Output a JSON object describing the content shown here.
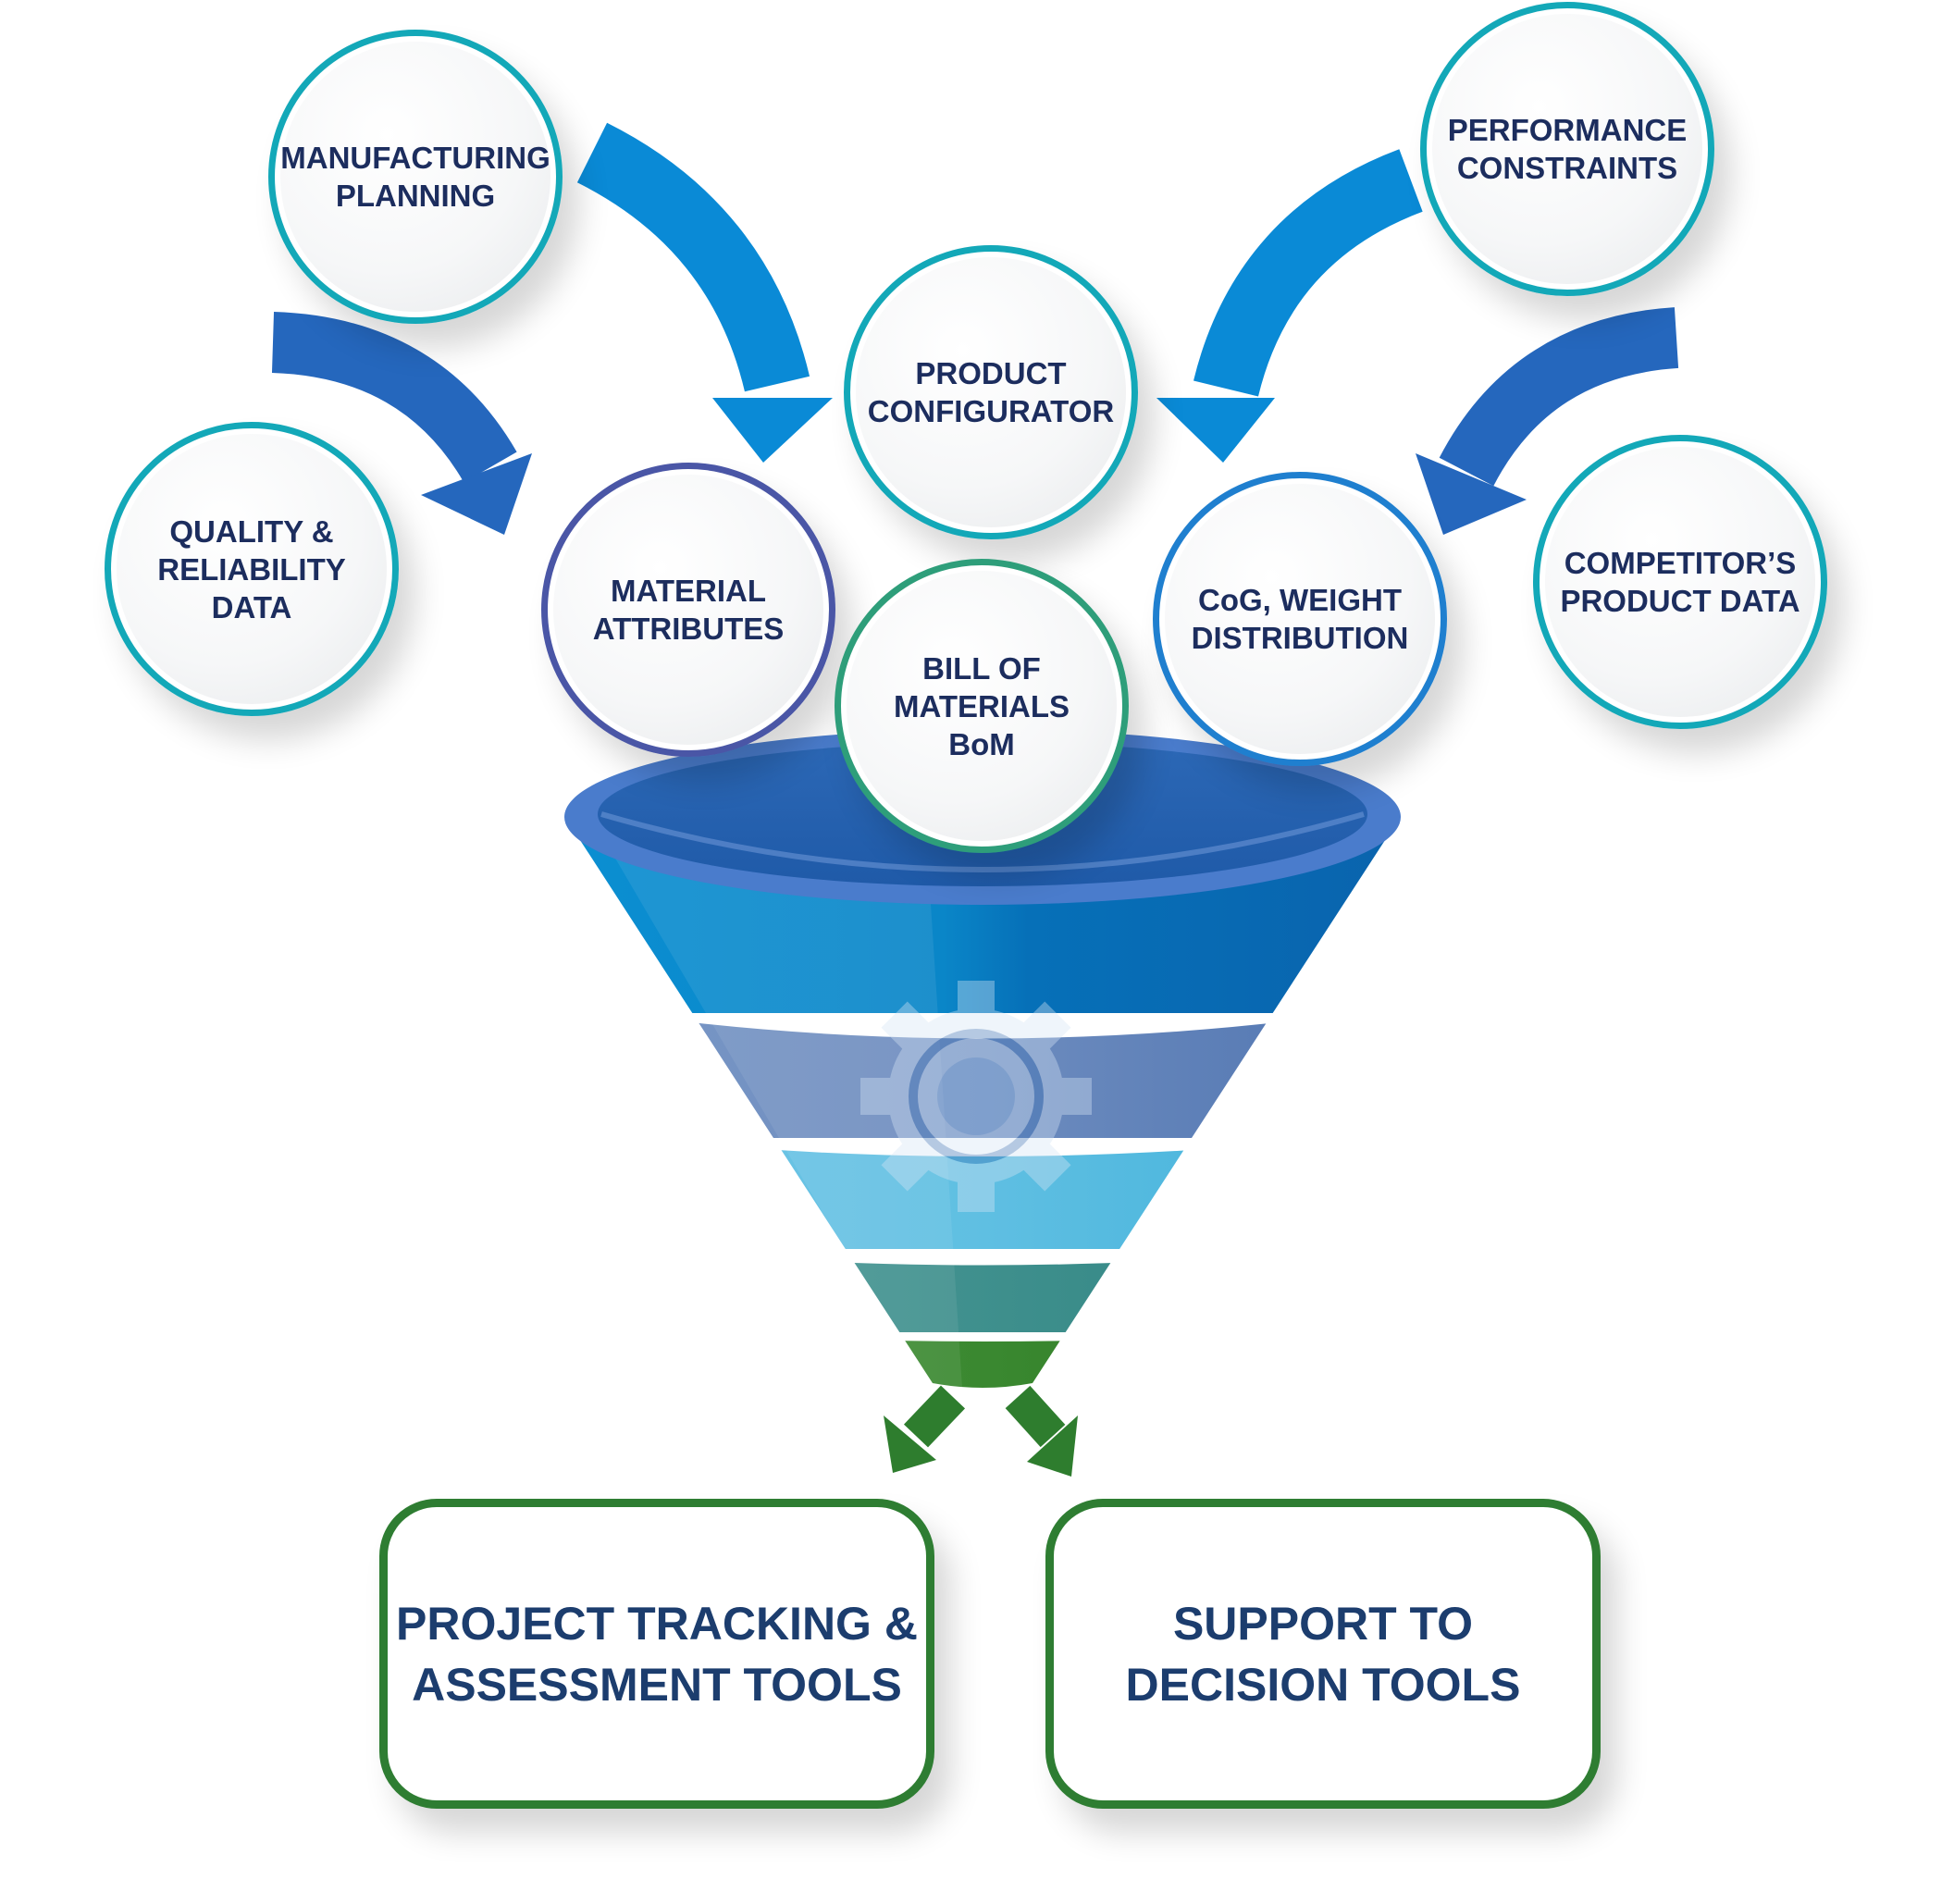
{
  "inputs": {
    "manufacturing_planning": "MANUFACTURING\nPLANNING",
    "performance_constraints": "PERFORMANCE\nCONSTRAINTS",
    "product_configurator": "PRODUCT\nCONFIGURATOR",
    "quality_reliability": "QUALITY &\nRELIABILITY\nDATA",
    "competitor_product_data": "COMPETITOR’S\nPRODUCT DATA",
    "material_attributes": "MATERIAL\nATTRIBUTES",
    "cog_weight": "CoG, WEIGHT\nDISTRIBUTION",
    "bill_of_materials": "BILL OF\nMATERIALS\nBoM"
  },
  "outputs": {
    "project_tracking": "PROJECT TRACKING &\nASSESSMENT TOOLS",
    "decision_support": "SUPPORT TO\nDECISION TOOLS"
  },
  "colors": {
    "teal_ring": "#13a8b8",
    "purple_ring": "#4a56a6",
    "blue_ring": "#1f7fcf",
    "green_ring": "#2e9e7a",
    "arrow_blue": "#1e7ad0",
    "arrow_dark_blue": "#2566bd",
    "output_green": "#2e7d32",
    "text_navy": "#1c2d5e"
  },
  "icons": {
    "funnel": "funnel-icon",
    "gear": "gear-icon"
  }
}
